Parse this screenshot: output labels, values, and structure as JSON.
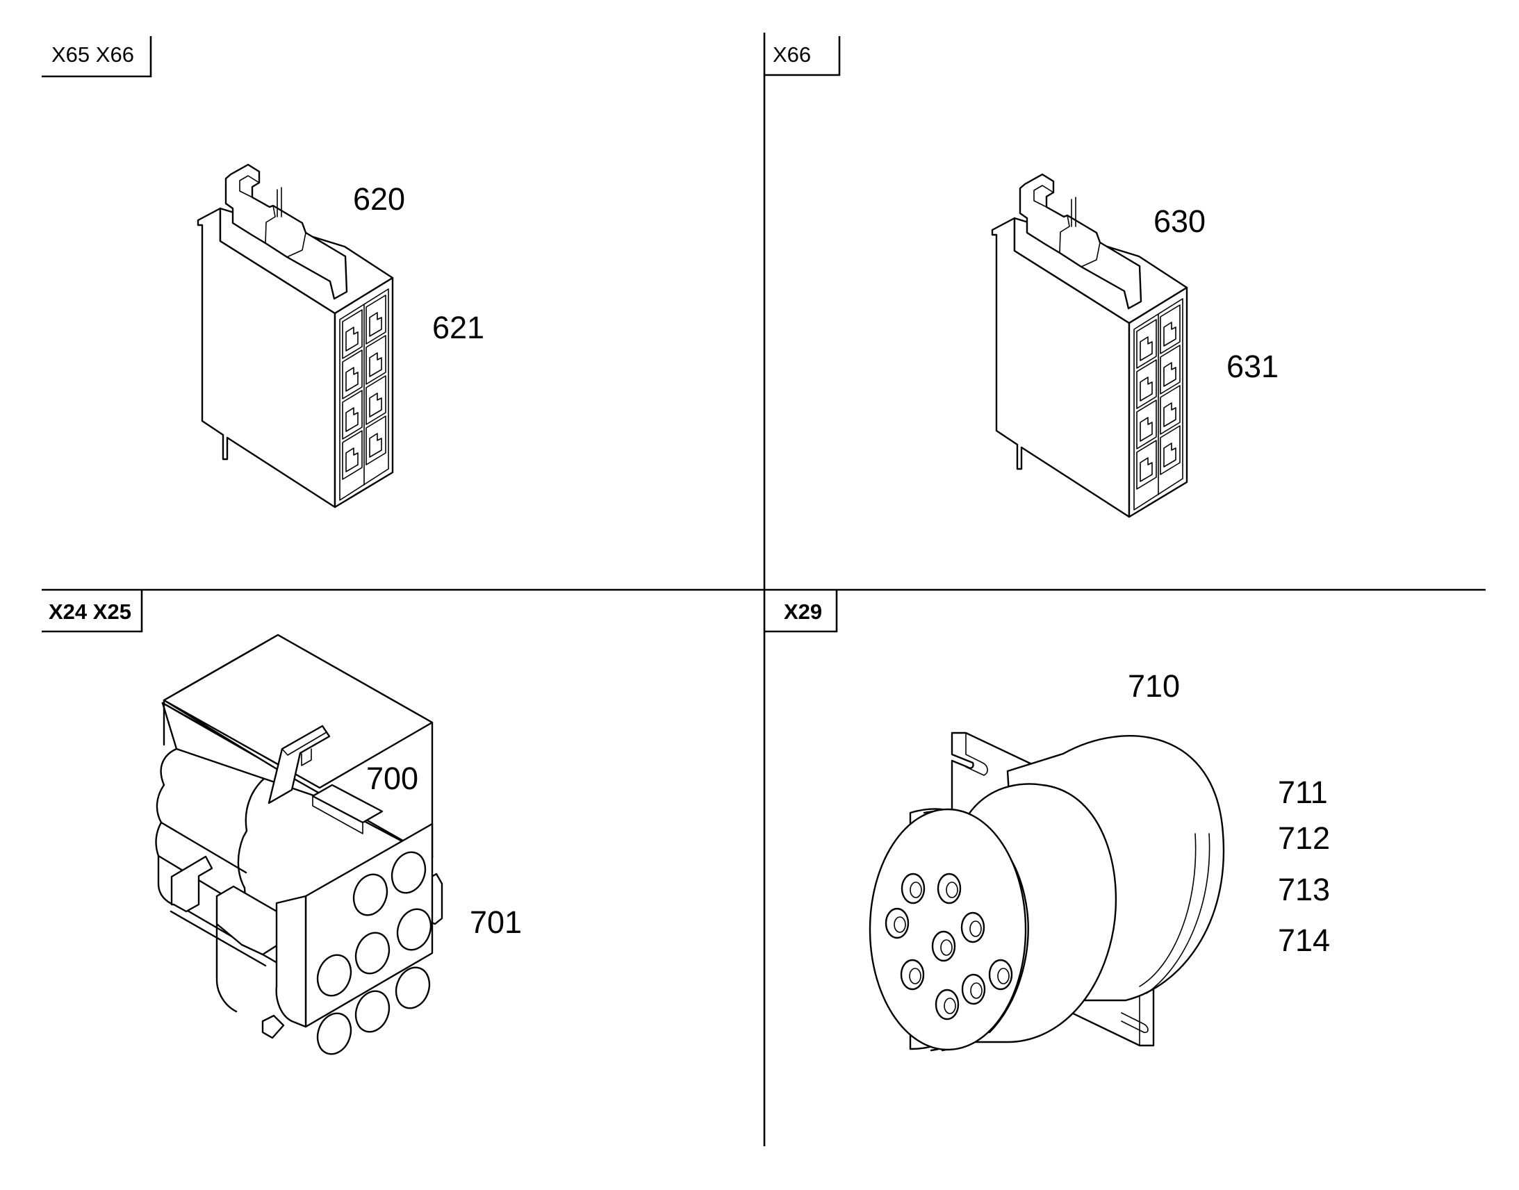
{
  "panels": {
    "top_left": {
      "tag": "X65 X66",
      "callouts": [
        "620",
        "621"
      ]
    },
    "top_right": {
      "tag": "X66",
      "callouts": [
        "630",
        "631"
      ]
    },
    "bottom_left": {
      "tag": "X24 X25",
      "callouts": [
        "700",
        "701"
      ]
    },
    "bottom_right": {
      "tag": "X29",
      "callouts": [
        "710",
        "711",
        "712",
        "713",
        "714"
      ]
    }
  }
}
